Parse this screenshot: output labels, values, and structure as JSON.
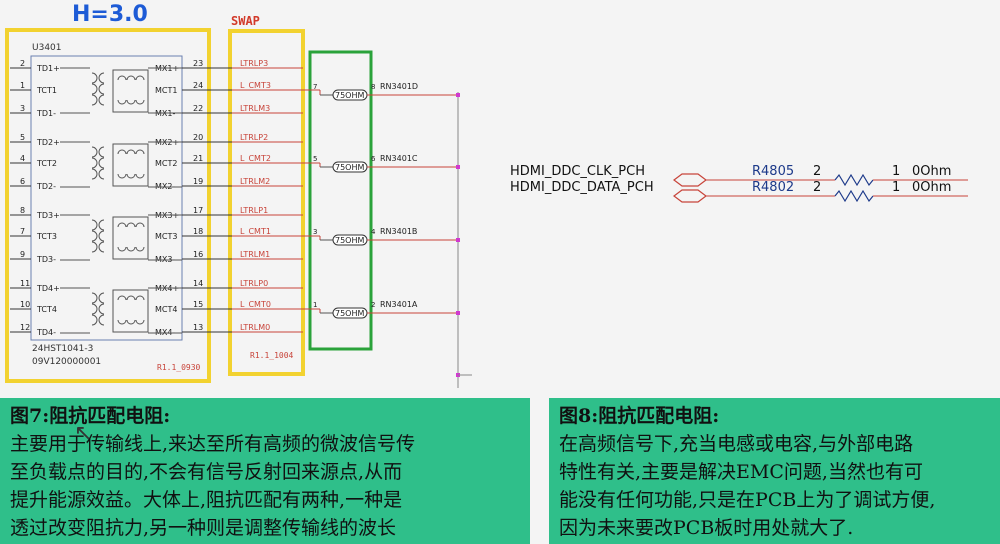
{
  "header": {
    "h_label": "H=3.0",
    "swap_label": "SWAP"
  },
  "transformer": {
    "ref": "U3401",
    "part": "24HST1041-3",
    "code": "09V120000001",
    "version": "R1.1_0930",
    "left_pins": [
      {
        "num": "2",
        "name": "TD1+"
      },
      {
        "num": "1",
        "name": "TCT1"
      },
      {
        "num": "3",
        "name": "TD1-"
      },
      {
        "num": "5",
        "name": "TD2+"
      },
      {
        "num": "4",
        "name": "TCT2"
      },
      {
        "num": "6",
        "name": "TD2-"
      },
      {
        "num": "8",
        "name": "TD3+"
      },
      {
        "num": "7",
        "name": "TCT3"
      },
      {
        "num": "9",
        "name": "TD3-"
      },
      {
        "num": "11",
        "name": "TD4+"
      },
      {
        "num": "10",
        "name": "TCT4"
      },
      {
        "num": "12",
        "name": "TD4-"
      }
    ],
    "right_pins": [
      {
        "num": "23",
        "name": "MX1+"
      },
      {
        "num": "24",
        "name": "MCT1"
      },
      {
        "num": "22",
        "name": "MX1-"
      },
      {
        "num": "20",
        "name": "MX2+"
      },
      {
        "num": "21",
        "name": "MCT2"
      },
      {
        "num": "19",
        "name": "MX2-"
      },
      {
        "num": "17",
        "name": "MX3+"
      },
      {
        "num": "18",
        "name": "MCT3"
      },
      {
        "num": "16",
        "name": "MX3-"
      },
      {
        "num": "14",
        "name": "MX4+"
      },
      {
        "num": "15",
        "name": "MCT4"
      },
      {
        "num": "13",
        "name": "MX4-"
      }
    ]
  },
  "swap_nets": {
    "labels": [
      "LTRLP3",
      "L_CMT3",
      "LTRLM3",
      "LTRLP2",
      "L_CMT2",
      "LTRLM2",
      "LTRLP1",
      "L_CMT1",
      "LTRLM1",
      "LTRLP0",
      "L_CMT0",
      "LTRLM0"
    ],
    "version": "R1.1_1004"
  },
  "resistors": [
    {
      "pin_l": "7",
      "value": "75OHM",
      "pin_r": "8",
      "ref": "RN3401D"
    },
    {
      "pin_l": "5",
      "value": "75OHM",
      "pin_r": "6",
      "ref": "RN3401C"
    },
    {
      "pin_l": "3",
      "value": "75OHM",
      "pin_r": "4",
      "ref": "RN3401B"
    },
    {
      "pin_l": "1",
      "value": "75OHM",
      "pin_r": "2",
      "ref": "RN3401A"
    }
  ],
  "hdmi": {
    "lines": [
      {
        "net": "HDMI_DDC_CLK_PCH",
        "ref": "R4805",
        "pin_a": "2",
        "pin_b": "1",
        "value": "0Ohm"
      },
      {
        "net": "HDMI_DDC_DATA_PCH",
        "ref": "R4802",
        "pin_a": "2",
        "pin_b": "1",
        "value": "0Ohm"
      }
    ]
  },
  "caption7": {
    "title": "图7:阻抗匹配电阻:",
    "lines": [
      "主要用于传输线上,来达至所有高频的微波信号传",
      "至负载点的目的,不会有信号反射回来源点,从而",
      "提升能源效益。大体上,阻抗匹配有两种,一种是",
      "透过改变阻抗力,另一种则是调整传输线的波长"
    ]
  },
  "caption8": {
    "title": "图8:阻抗匹配电阻:",
    "lines": [
      "在高频信号下,充当电感或电容,与外部电路",
      "特性有关,主要是解决EMC问题,当然也有可",
      "能没有任何功能,只是在PCB上为了调试方便,",
      "因为未来要改PCB板时用处就大了."
    ]
  },
  "colors": {
    "highlight": "#f2d230",
    "green_box": "#2aa23a",
    "net_red": "#c8443a",
    "blue": "#1d5bd6",
    "caption_bg": "#2fbf8a",
    "line": "#777777"
  }
}
